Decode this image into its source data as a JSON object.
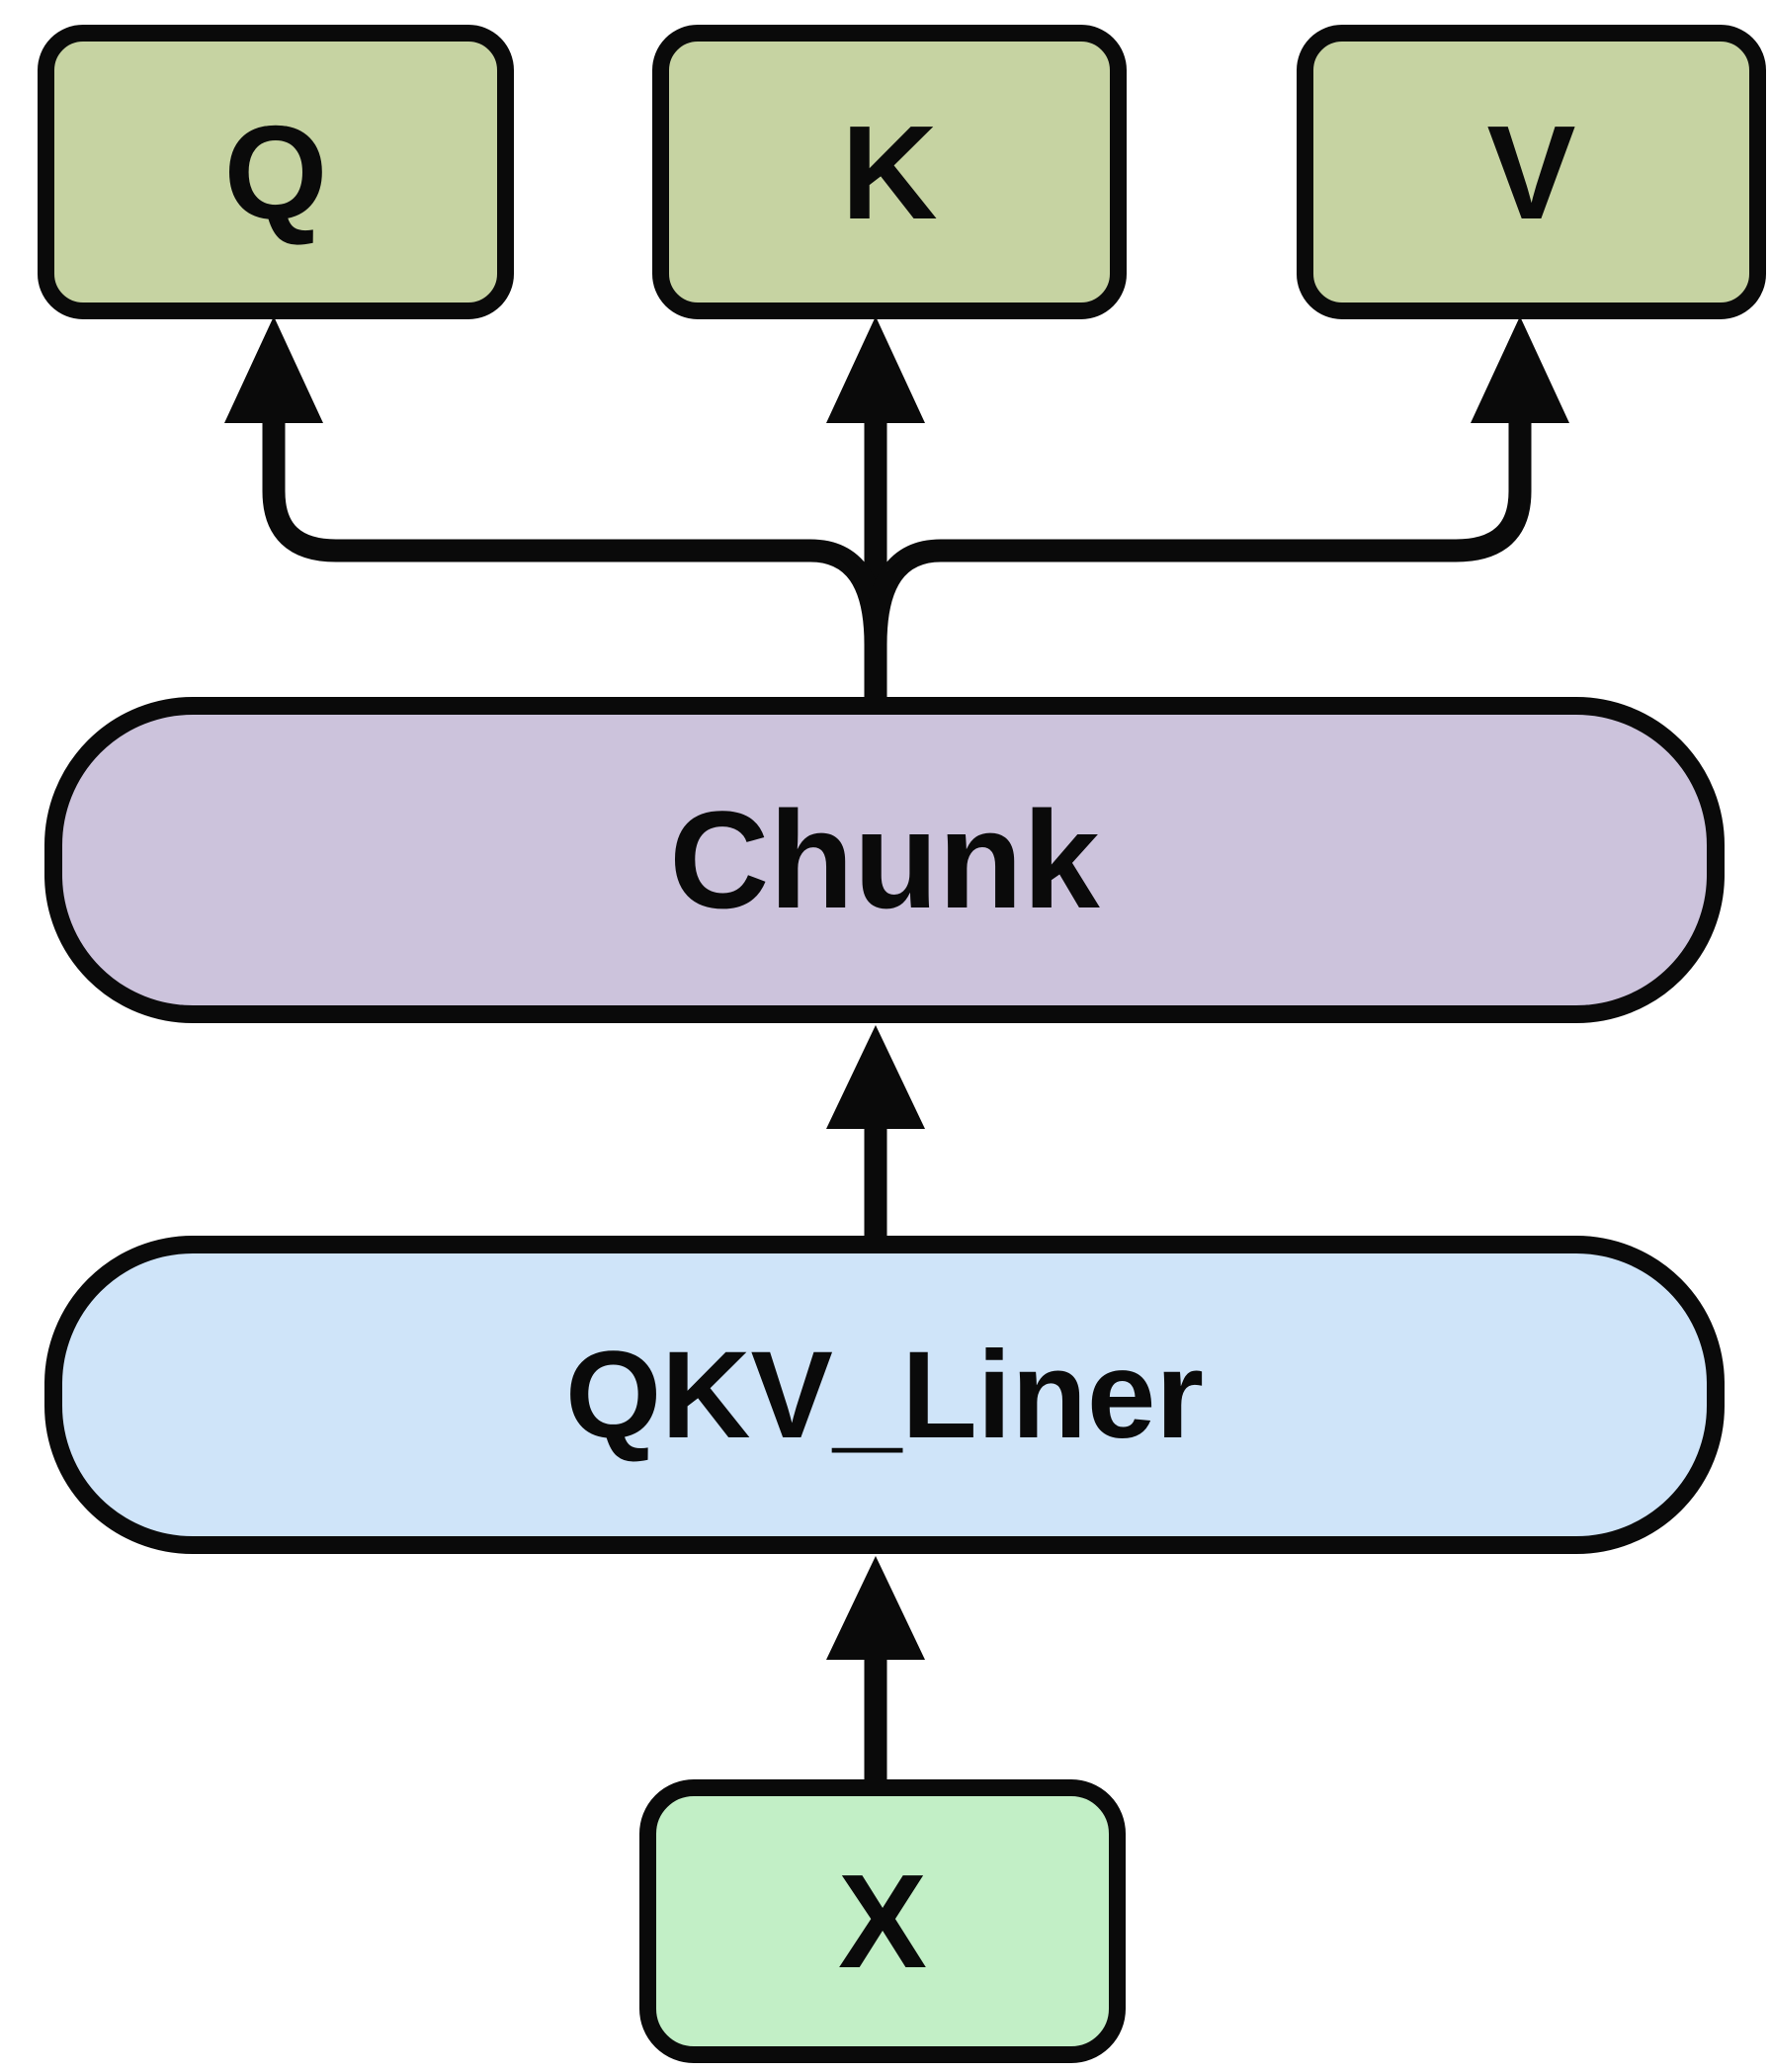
{
  "diagram": {
    "kind": "flow-diagram",
    "direction": "bottom-to-top",
    "nodes": {
      "q": {
        "label": "Q",
        "fill": "#c6d3a2"
      },
      "k": {
        "label": "K",
        "fill": "#c6d3a2"
      },
      "v": {
        "label": "V",
        "fill": "#c6d3a2"
      },
      "chunk": {
        "label": "Chunk",
        "fill": "#ccc3dc"
      },
      "qkv_liner": {
        "label": "QKV_Liner",
        "fill": "#cfe4f9"
      },
      "x": {
        "label": "X",
        "fill": "#c2efc6"
      }
    },
    "edges": [
      {
        "from": "X",
        "to": "QKV_Liner"
      },
      {
        "from": "QKV_Liner",
        "to": "Chunk"
      },
      {
        "from": "Chunk",
        "to": "Q"
      },
      {
        "from": "Chunk",
        "to": "K"
      },
      {
        "from": "Chunk",
        "to": "V"
      }
    ],
    "colors": {
      "stroke": "#0a0a0a",
      "background": "#ffffff"
    }
  }
}
